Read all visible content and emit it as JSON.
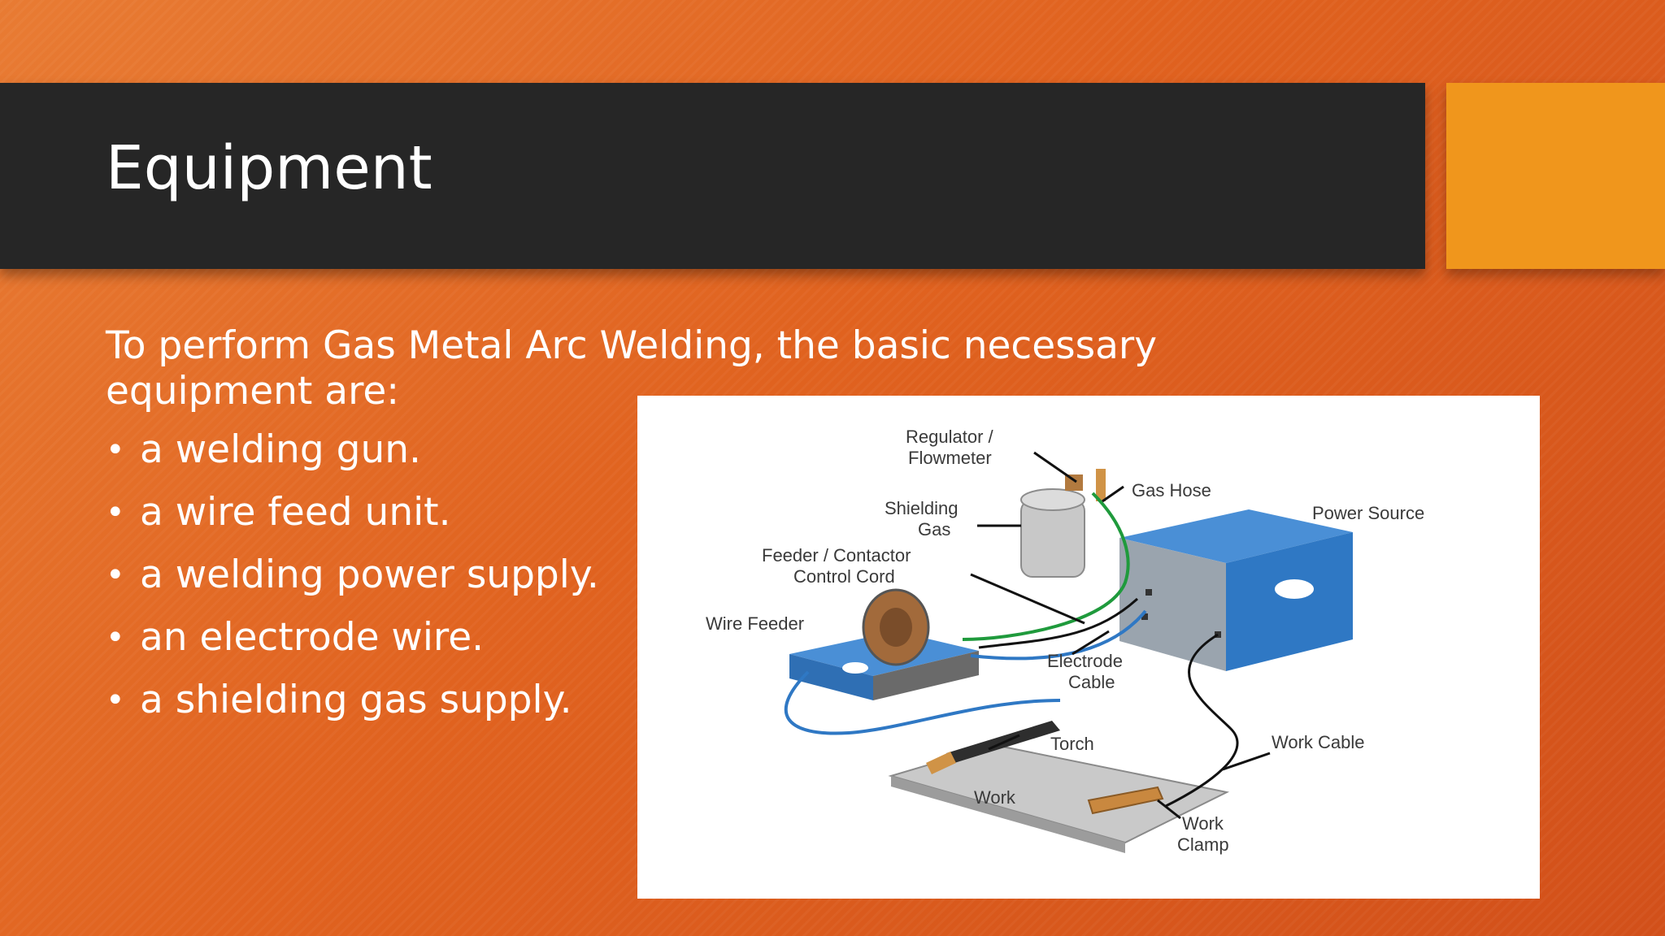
{
  "slide": {
    "title": "Equipment",
    "intro": "To perform Gas Metal Arc Welding, the basic necessary equipment are:",
    "bullets": [
      "a welding gun.",
      "a wire feed unit.",
      "a welding power supply.",
      "an electrode wire.",
      "a shielding gas supply."
    ],
    "bullet_glyph": "•"
  },
  "diagram": {
    "labels": {
      "regulator_1": "Regulator /",
      "regulator_2": "Flowmeter",
      "gas_hose": "Gas Hose",
      "shielding_1": "Shielding",
      "shielding_2": "Gas",
      "power_source": "Power Source",
      "feeder_1": "Feeder / Contactor",
      "feeder_2": "Control Cord",
      "wire_feeder": "Wire Feeder",
      "electrode_1": "Electrode",
      "electrode_2": "Cable",
      "torch": "Torch",
      "work_cable": "Work Cable",
      "work": "Work",
      "clamp_1": "Work",
      "clamp_2": "Clamp"
    }
  },
  "colors": {
    "background": "#e0621f",
    "title_bar": "#262626",
    "accent": "#f0961c",
    "machine_blue": "#2f78c4"
  }
}
